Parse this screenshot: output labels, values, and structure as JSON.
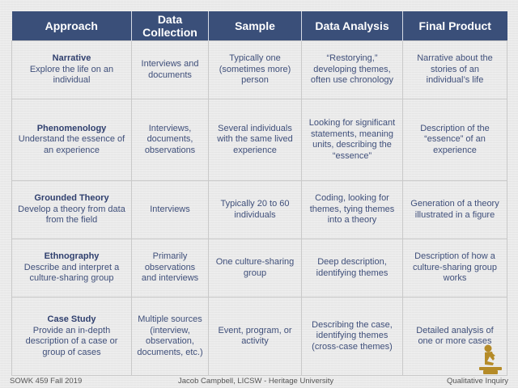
{
  "headers": {
    "approach": "Approach",
    "data_collection": "Data Collection",
    "sample": "Sample",
    "data_analysis": "Data Analysis",
    "final_product": "Final Product"
  },
  "rows": [
    {
      "name": "Narrative",
      "desc": "Explore the life on an individual",
      "data_collection": "Interviews and documents",
      "sample": "Typically one (sometimes more) person",
      "data_analysis": "“Restorying,” developing themes, often use chronology",
      "final_product": "Narrative about the stories of an individual’s life"
    },
    {
      "name": "Phenomenology",
      "desc": "Understand the essence of an experience",
      "data_collection": "Interviews, documents, observations",
      "sample": "Several individuals with the same lived experience",
      "data_analysis": "Looking for significant statements, meaning units, describing the “essence”",
      "final_product": "Description of the “essence” of an experience"
    },
    {
      "name": "Grounded Theory",
      "desc": "Develop a theory from data from the field",
      "data_collection": "Interviews",
      "sample": "Typically 20 to 60 individuals",
      "data_analysis": "Coding, looking for themes, tying themes into a theory",
      "final_product": "Generation of a theory illustrated in a figure"
    },
    {
      "name": "Ethnography",
      "desc": "Describe and interpret a culture-sharing group",
      "data_collection": "Primarily observations and interviews",
      "sample": "One culture-sharing group",
      "data_analysis": "Deep description, identifying themes",
      "final_product": "Description of how a culture-sharing group works"
    },
    {
      "name": "Case Study",
      "desc": "Provide an in-depth description of a case or group of cases",
      "data_collection": "Multiple sources (interview, observation, documents, etc.)",
      "sample": "Event, program, or activity",
      "data_analysis": "Describing the case, identifying themes (cross-case themes)",
      "final_product": "Detailed analysis of one or more cases"
    }
  ],
  "footer": {
    "left": "SOWK 459 Fall 2019",
    "center": "Jacob Campbell, LICSW - Heritage University",
    "right": "Qualitative Inquiry"
  },
  "logo_icon": "thinker-icon",
  "colors": {
    "header_bg": "#3a4f79",
    "header_text": "#ffffff",
    "body_text": "#3f4f7a",
    "logo": "#b58b28"
  }
}
